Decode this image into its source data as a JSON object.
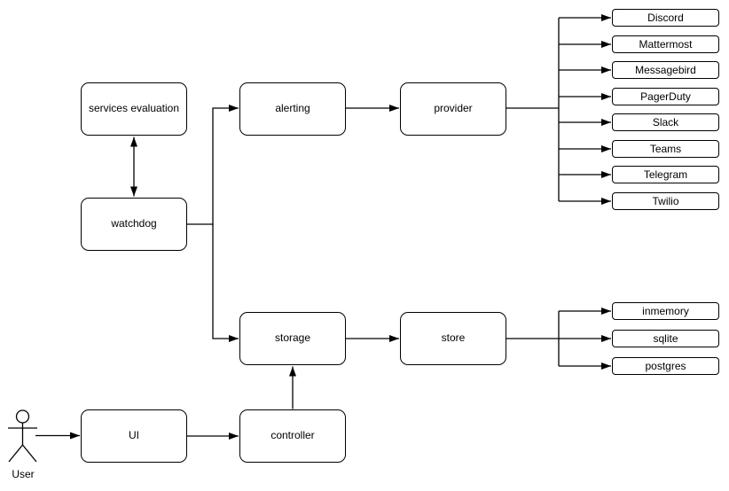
{
  "diagram": {
    "nodes": {
      "services_evaluation": "services evaluation",
      "watchdog": "watchdog",
      "alerting": "alerting",
      "provider": "provider",
      "storage": "storage",
      "store": "store",
      "ui": "UI",
      "controller": "controller"
    },
    "providers": [
      "Discord",
      "Mattermost",
      "Messagebird",
      "PagerDuty",
      "Slack",
      "Teams",
      "Telegram",
      "Twilio"
    ],
    "stores": [
      "inmemory",
      "sqlite",
      "postgres"
    ],
    "actor": {
      "label": "User"
    },
    "colors": {
      "stroke": "#000000",
      "node_fill": "#ffffff",
      "text": "#000000",
      "background": "#ffffff"
    }
  }
}
